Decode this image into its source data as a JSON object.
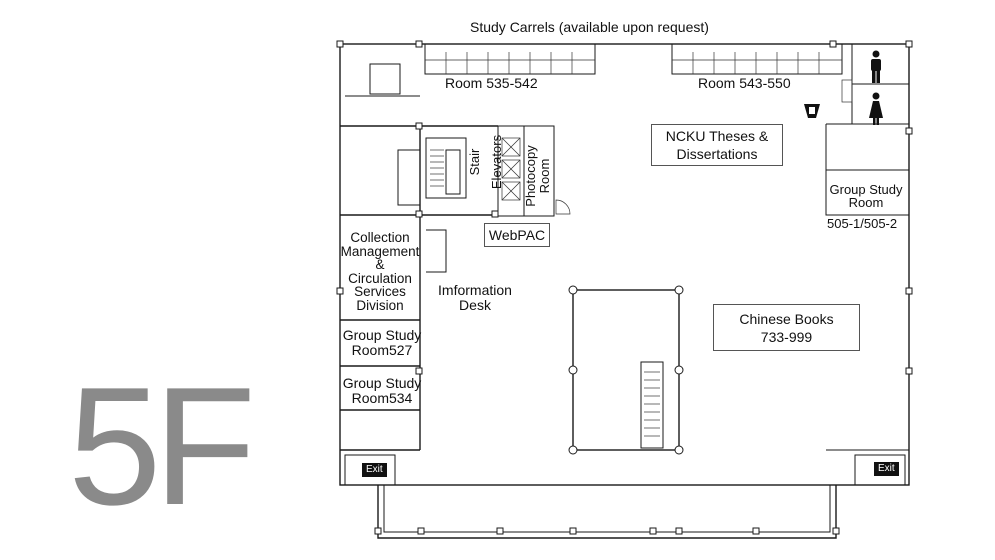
{
  "floor_label": "5F",
  "header": "Study Carrels (available upon request)",
  "rooms": {
    "room_left": "Room 535-542",
    "room_right": "Room 543-550",
    "theses": [
      "NCKU Theses &",
      "Dissertations"
    ],
    "group_study_right": [
      "Group Study",
      "Room"
    ],
    "group_study_right_num": "505-1/505-2",
    "stair": "Stair",
    "elevators": "Elevators",
    "photocopy": [
      "Photocopy",
      "Room"
    ],
    "webpac": "WebPAC",
    "collection": [
      "Collection",
      "Management",
      "&",
      "Circulation",
      "Services",
      "Division"
    ],
    "info_desk": [
      "Imformation",
      "Desk"
    ],
    "chinese_books": [
      "Chinese Books",
      "733-999"
    ],
    "group_527": [
      "Group Study",
      "Room527"
    ],
    "group_534": [
      "Group Study",
      "Room534"
    ],
    "exit_left": "Exit",
    "exit_right": "Exit"
  },
  "icons": {
    "men": "male-restroom-icon",
    "women": "female-restroom-icon",
    "accessible": "accessible-restroom-icon"
  }
}
